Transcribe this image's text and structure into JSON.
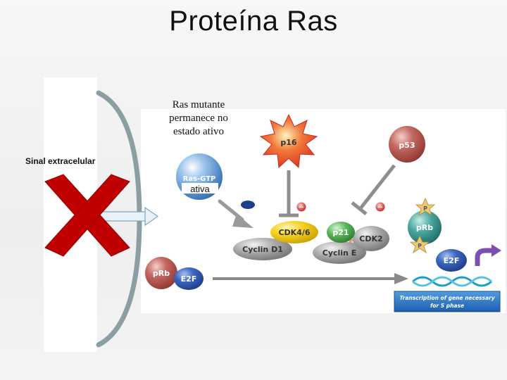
{
  "slide": {
    "title": "Proteína Ras"
  },
  "annotations": {
    "ras_note_lines": [
      "Ras mutante",
      "permanece no",
      "estado ativo"
    ],
    "signal_label": "Sinal extracelular"
  },
  "proteins": {
    "p16": "p16",
    "p53": "p53",
    "ras_gtp": "Ras-GTP",
    "ras_state": "ativa",
    "cdk46": "CDK4/6",
    "cyclin_d1": "Cyclin D1",
    "p21": "p21",
    "cdk2": "CDK2",
    "cyclin_e": "Cyclin E",
    "prb_left": "pRb",
    "e2f_left": "E2F",
    "prb_right": "pRb",
    "e2f_right": "E2F",
    "phosphate": "P"
  },
  "inhibition_marker": "−",
  "transcription_box_lines": [
    "Transcription of gene necessary",
    "for S phase"
  ],
  "colors": {
    "block_x": "#c00000",
    "membrane": "#8a9ea3",
    "p16": "#e8453c",
    "p53": "#c9605a",
    "ras_gtp": "#4a86c6",
    "cdk46": "#f6d020",
    "cyclin": "#a8a8a8",
    "p21": "#5cb85c",
    "prb": "#b75a5a",
    "e2f": "#3a63b8",
    "transcription_box": "#2a78c8",
    "dna": "#1aa0c8"
  }
}
